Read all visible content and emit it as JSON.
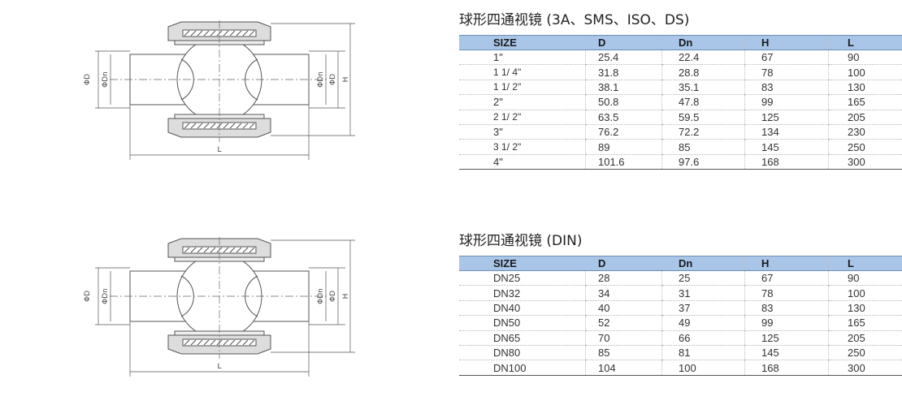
{
  "drawing_labels": {
    "phi_d": "ΦD",
    "phi_dn": "ΦDn",
    "h": "H",
    "l": "L"
  },
  "tables": [
    {
      "title": "球形四通视镜 (3A、SMS、ISO、DS)",
      "headers": [
        "SIZE",
        "D",
        "Dn",
        "H",
        "L"
      ],
      "rows": [
        [
          "1\"",
          "25.4",
          "22.4",
          "67",
          "90"
        ],
        [
          "1 1/ 4\"",
          "31.8",
          "28.8",
          "78",
          "100"
        ],
        [
          "1 1/ 2\"",
          "38.1",
          "35.1",
          "83",
          "130"
        ],
        [
          "2\"",
          "50.8",
          "47.8",
          "99",
          "165"
        ],
        [
          "2 1/ 2\"",
          "63.5",
          "59.5",
          "125",
          "205"
        ],
        [
          "3\"",
          "76.2",
          "72.2",
          "134",
          "230"
        ],
        [
          "3 1/ 2\"",
          "89",
          "85",
          "145",
          "250"
        ],
        [
          "4\"",
          "101.6",
          "97.6",
          "168",
          "300"
        ]
      ]
    },
    {
      "title": "球形四通视镜 (DIN)",
      "headers": [
        "SIZE",
        "D",
        "Dn",
        "H",
        "L"
      ],
      "rows": [
        [
          "DN25",
          "28",
          "25",
          "67",
          "90"
        ],
        [
          "DN32",
          "34",
          "31",
          "78",
          "100"
        ],
        [
          "DN40",
          "40",
          "37",
          "83",
          "130"
        ],
        [
          "DN50",
          "52",
          "49",
          "99",
          "165"
        ],
        [
          "DN65",
          "70",
          "66",
          "125",
          "205"
        ],
        [
          "DN80",
          "85",
          "81",
          "145",
          "250"
        ],
        [
          "DN100",
          "104",
          "100",
          "168",
          "300"
        ]
      ]
    }
  ]
}
